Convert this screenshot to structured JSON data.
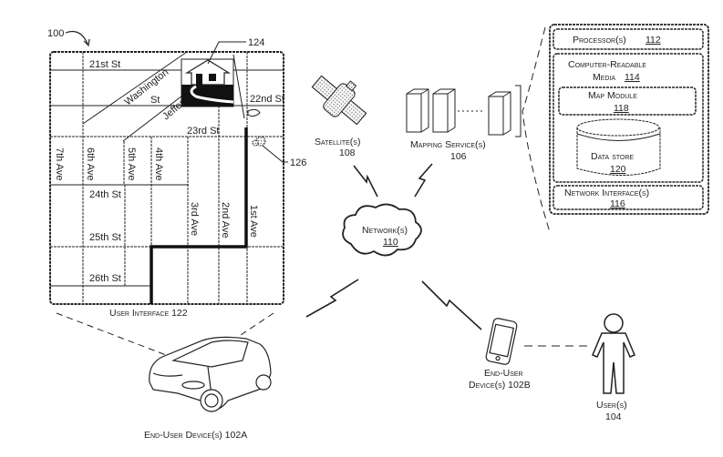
{
  "figure": {
    "ref_main": "100",
    "ref_house": "124",
    "ref_poi": "126"
  },
  "map": {
    "streets": {
      "s21": "21st St",
      "s22": "22nd St",
      "s23": "23rd St",
      "s24": "24th St",
      "s25": "25th St",
      "s26": "26th St",
      "washington": "Washington",
      "washington_st": "St",
      "jefferson": "Jeffer"
    },
    "avenues": {
      "a7": "7th Ave",
      "a6": "6th Ave",
      "a5": "5th Ave",
      "a4": "4th Ave",
      "a3": "3rd Ave",
      "a2": "2nd Ave",
      "a1": "1st Ave"
    },
    "caption": "User Interface 122"
  },
  "nodes": {
    "satellite": {
      "label": "Satellite(s)",
      "ref": "108"
    },
    "mapping_service": {
      "label": "Mapping Service(s)",
      "ref": "106"
    },
    "network": {
      "label": "Network(s)",
      "ref": "110"
    },
    "device_a": {
      "label": "End-User Device(s) 102A"
    },
    "device_b": {
      "label1": "End-User",
      "label2": "Device(s) 102B"
    },
    "user": {
      "label": "User(s)",
      "ref": "104"
    }
  },
  "server": {
    "processor": {
      "label": "Processor(s)",
      "ref": "112"
    },
    "crm": {
      "label1": "Computer-Readable",
      "label2": "Media",
      "ref": "114"
    },
    "map_module": {
      "label": "Map Module",
      "ref": "118"
    },
    "data_store": {
      "label": "Data store",
      "ref": "120"
    },
    "network_interface": {
      "label": "Network Interface(s)",
      "ref": "116"
    }
  }
}
